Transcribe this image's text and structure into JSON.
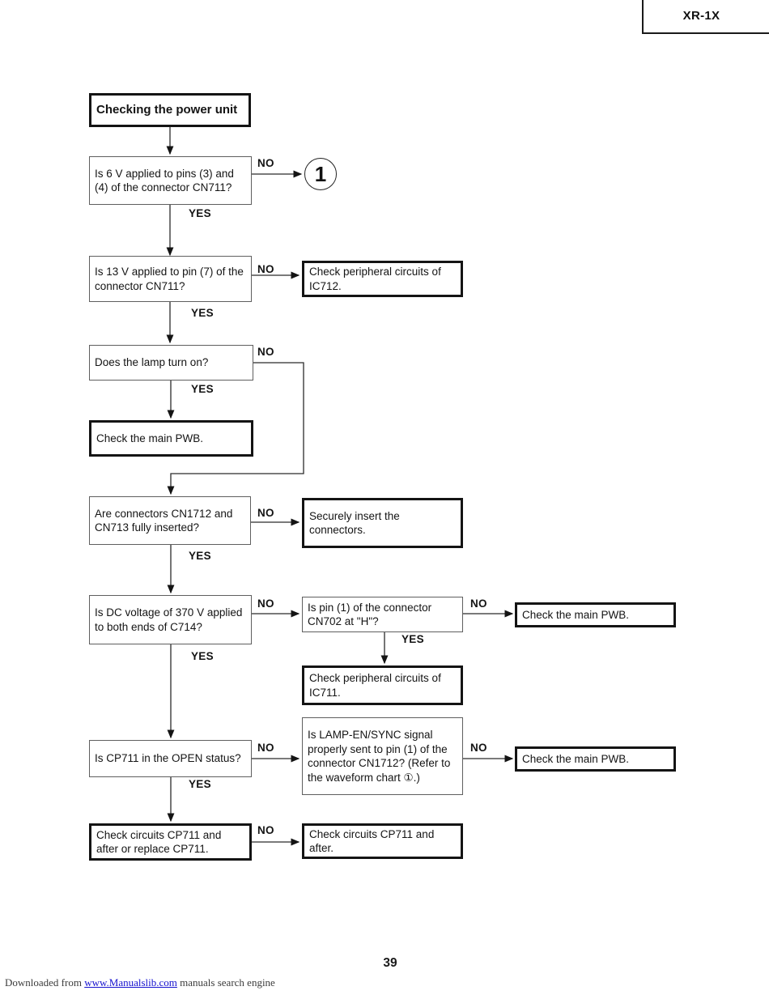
{
  "header": {
    "model_label": "XR-1X"
  },
  "flow": {
    "title": "Checking the power unit",
    "labels": {
      "yes": "YES",
      "no": "NO"
    },
    "offpage_connector": "1",
    "nodes": {
      "q_6v": "Is 6 V applied to pins (3) and (4) of the connector CN711?",
      "q_13v": "Is 13 V applied to pin (7) of the connector CN711?",
      "a_ic712": "Check peripheral circuits of IC712.",
      "q_lamp": "Does the lamp turn on?",
      "a_main_pwb_1": "Check the main PWB.",
      "q_connectors": "Are connectors CN1712 and CN713 fully inserted?",
      "a_insert": "Securely insert the connectors.",
      "q_370v": "Is DC voltage of 370 V applied to both ends of C714?",
      "q_cn702": "Is pin (1) of the connector CN702 at \"H\"?",
      "a_main_pwb_2": "Check the main PWB.",
      "a_ic711": "Check peripheral circuits of IC711.",
      "q_cp711": "Is CP711 in the OPEN status?",
      "q_lamp_en": "Is LAMP-EN/SYNC signal properly sent to pin (1) of the connector CN1712? (Refer to the waveform chart ①.)",
      "a_main_pwb_3": "Check the main PWB.",
      "a_cp711_replace": "Check circuits CP711 and after or replace CP711.",
      "a_cp711_after": "Check circuits CP711 and after."
    }
  },
  "footer": {
    "page_number": "39",
    "downloaded_prefix": "Downloaded from ",
    "link_text": "www.Manualslib.com",
    "downloaded_suffix": " manuals search engine"
  }
}
